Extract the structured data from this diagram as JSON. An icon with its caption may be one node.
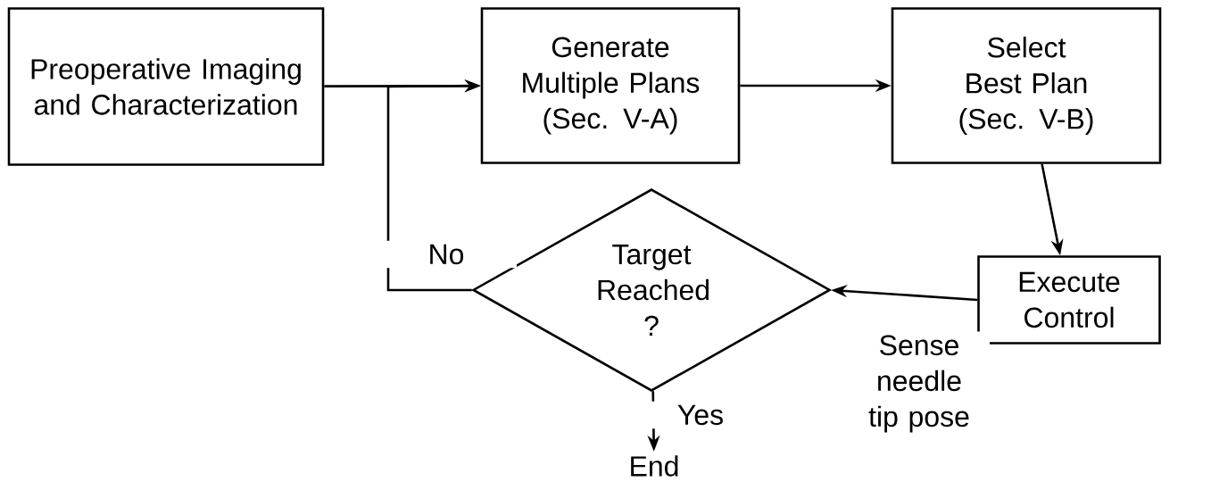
{
  "diagram": {
    "nodes": [
      {
        "text": [
          "Preoperative Imaging and Characterization"
        ]
      },
      {
        "text": [
          "Generate Multiple Plans (Sec. V-A)"
        ]
      },
      {
        "text": [
          "Select Best Plan (Sec. V-B)"
        ]
      },
      {
        "text": [
          "Execute Control"
        ]
      },
      {
        "text": [
          "Target Reached ?"
        ]
      },
      {
        "text": [
          "End"
        ]
      }
    ],
    "edges": [
      {
        "from": 0,
        "to": 1,
        "arrow": "to"
      },
      {
        "from": 1,
        "to": 2,
        "arrow": "to"
      },
      {
        "from": 2,
        "to": 3,
        "arrow": "to"
      },
      {
        "from": 3,
        "to": 4,
        "arrow": "to",
        "label": "Sense needle tip pose"
      },
      {
        "from": 4,
        "to": 1,
        "arrow": "to",
        "label": "No"
      },
      {
        "from": 4,
        "to": 5,
        "arrow": "to",
        "label": "Yes"
      }
    ]
  }
}
